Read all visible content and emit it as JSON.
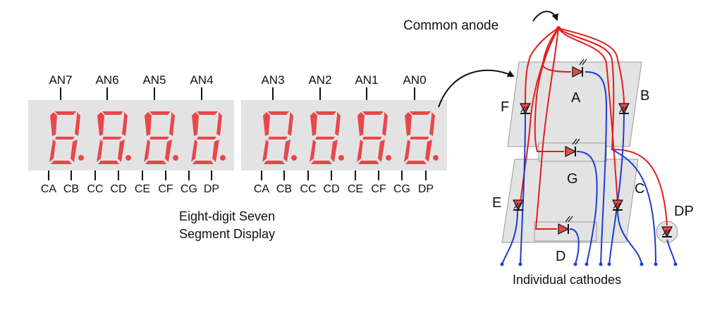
{
  "display": {
    "anodes_left": [
      "AN7",
      "AN6",
      "AN5",
      "AN4"
    ],
    "anodes_right": [
      "AN3",
      "AN2",
      "AN1",
      "AN0"
    ],
    "cathodes": [
      "CA",
      "CB",
      "CC",
      "CD",
      "CE",
      "CF",
      "CG",
      "DP"
    ],
    "caption_line1": "Eight-digit Seven",
    "caption_line2": "Segment Display"
  },
  "schematic": {
    "common_anode_label": "Common anode",
    "segment_labels": {
      "A": "A",
      "B": "B",
      "C": "C",
      "D": "D",
      "E": "E",
      "F": "F",
      "G": "G",
      "DP": "DP"
    },
    "cathodes_label": "Individual cathodes"
  },
  "colors": {
    "panel": "#e3e3e3",
    "segment_on": "#e8474a",
    "anode_wire": "#e31d1d",
    "cathode_wire": "#1e3ccf",
    "led_fill": "#e84a4a"
  }
}
